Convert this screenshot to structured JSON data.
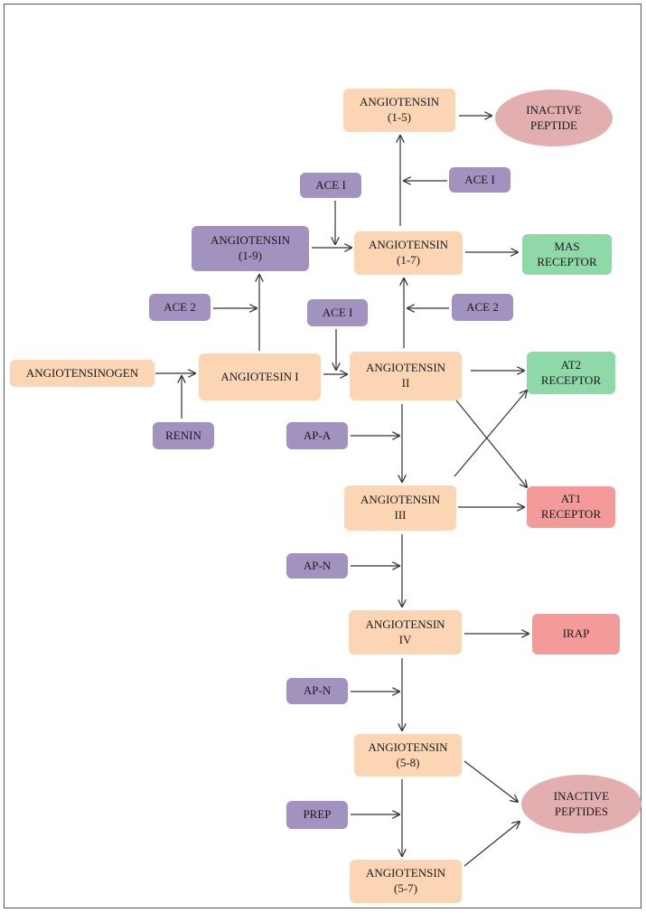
{
  "colors": {
    "angiotensin": "#FCD5B4",
    "enzyme": "#A192C0",
    "protective_receptor": "#8FD9A8",
    "pressor_receptor": "#F59A9A",
    "inactive": "#E3AEB0",
    "arrow": "#333333"
  },
  "nodes": {
    "ang15": "ANGIOTENSIN\n(1-5)",
    "inactive_peptide": "INACTIVE\nPEPTIDE",
    "ace1_top_right": "ACE I",
    "ace1_top_left": "ACE I",
    "ang19": "ANGIOTENSIN\n(1-9)",
    "ang17": "ANGIOTENSIN\n(1-7)",
    "mas_receptor": "MAS\nRECEPTOR",
    "ace2_left": "ACE 2",
    "ace1_mid": "ACE I",
    "ace2_right": "ACE 2",
    "angiotensinogen": "ANGIOTENSINOGEN",
    "ang1": "ANGIOTESIN I",
    "ang2": "ANGIOTENSIN\nII",
    "at2_receptor": "AT2\nRECEPTOR",
    "renin": "RENIN",
    "apa": "AP-A",
    "ang3": "ANGIOTENSIN\nIII",
    "at1_receptor": "AT1\nRECEPTOR",
    "apn_1": "AP-N",
    "ang4": "ANGIOTENSIN\nIV",
    "irap": "IRAP",
    "apn_2": "AP-N",
    "ang58": "ANGIOTENSIN\n(5-8)",
    "prep": "PREP",
    "inactive_peptides": "INACTIVE\nPEPTIDES",
    "ang57": "ANGIOTENSIN\n(5-7)"
  }
}
